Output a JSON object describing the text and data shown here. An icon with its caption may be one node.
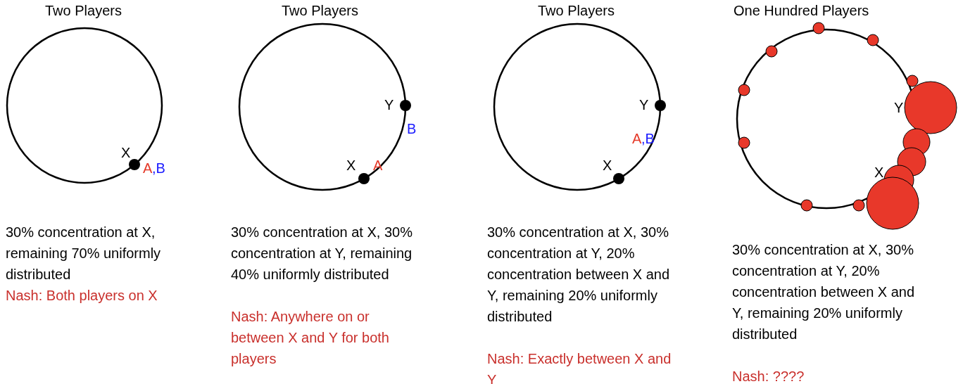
{
  "diagram": {
    "labels": [
      "Two Players",
      "X",
      "A",
      ",B",
      "30% concentration at X, remaining 70% uniformly distributed",
      "Nash: Both players on X",
      "Two Players",
      "Y",
      "B",
      "X",
      "A",
      "30% concentration at X, 30% concentration at Y, remaining 40% uniformly distributed",
      "Nash: Anywhere on or between X and Y for both players",
      "Two Players",
      "Y",
      "A",
      ",B",
      "X",
      "30% concentration at X, 30% concentration at Y, 20% concentration between X and Y, remaining 20% uniformly distributed",
      "Nash: Exactly between X and Y",
      "One Hundred Players",
      "Y",
      "X",
      "30% concentration at X, 30% concentration at Y, 20% concentration between X and Y, remaining 20% uniformly distributed",
      "Nash: ????"
    ]
  }
}
